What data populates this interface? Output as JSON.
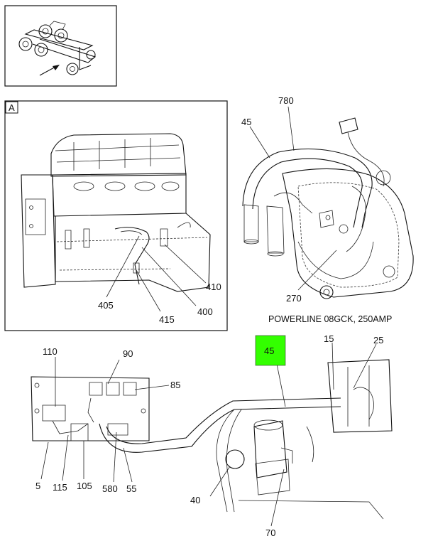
{
  "inset_label": "A",
  "caption": "POWERLINE 08GCK, 250AMP",
  "highlight_color": "#33ff00",
  "callouts": {
    "c780": "780",
    "c45a": "45",
    "c270": "270",
    "c410": "410",
    "c405": "405",
    "c400": "400",
    "c415": "415",
    "c110": "110",
    "c90": "90",
    "c85": "85",
    "c45b": "45",
    "c15": "15",
    "c25": "25",
    "c5": "5",
    "c115": "115",
    "c105": "105",
    "c580": "580",
    "c55": "55",
    "c40": "40",
    "c70": "70"
  }
}
